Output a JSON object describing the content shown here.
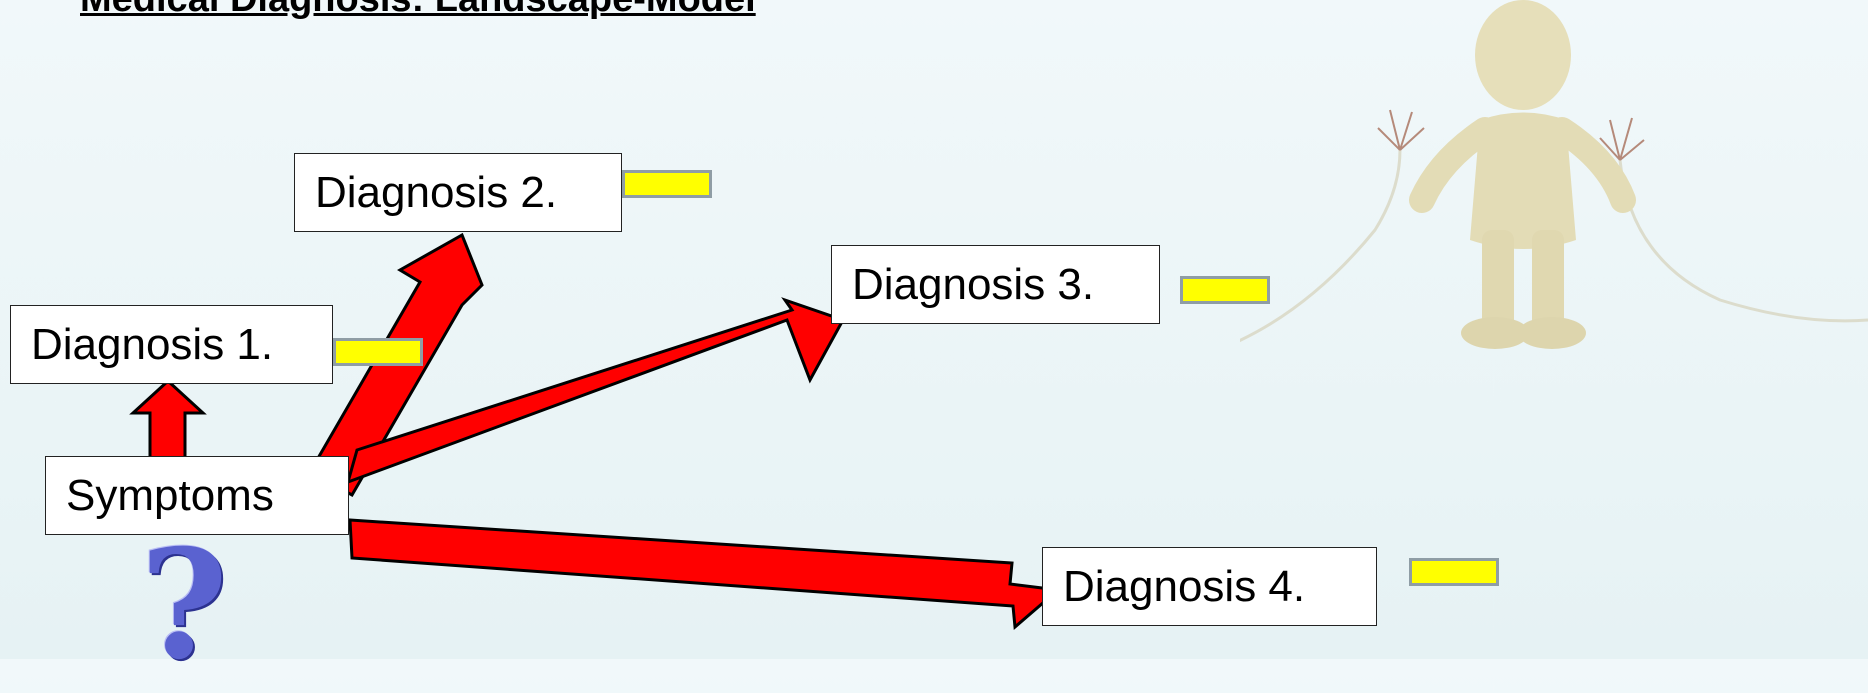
{
  "title": "Medical Diagnosis: Landscape-Model",
  "nodes": {
    "symptoms": "Symptoms",
    "diagnosis_1": "Diagnosis 1.",
    "diagnosis_2": "Diagnosis 2.",
    "diagnosis_3": "Diagnosis 3.",
    "diagnosis_4": "Diagnosis 4."
  },
  "question_mark": "?",
  "colors": {
    "arrow_fill": "#ff0000",
    "marker_fill": "#ffff00",
    "marker_border": "#8f9da5",
    "question_mark": "#5a62d0"
  },
  "illustration": "figure-holding-two-cut-wires-icon"
}
